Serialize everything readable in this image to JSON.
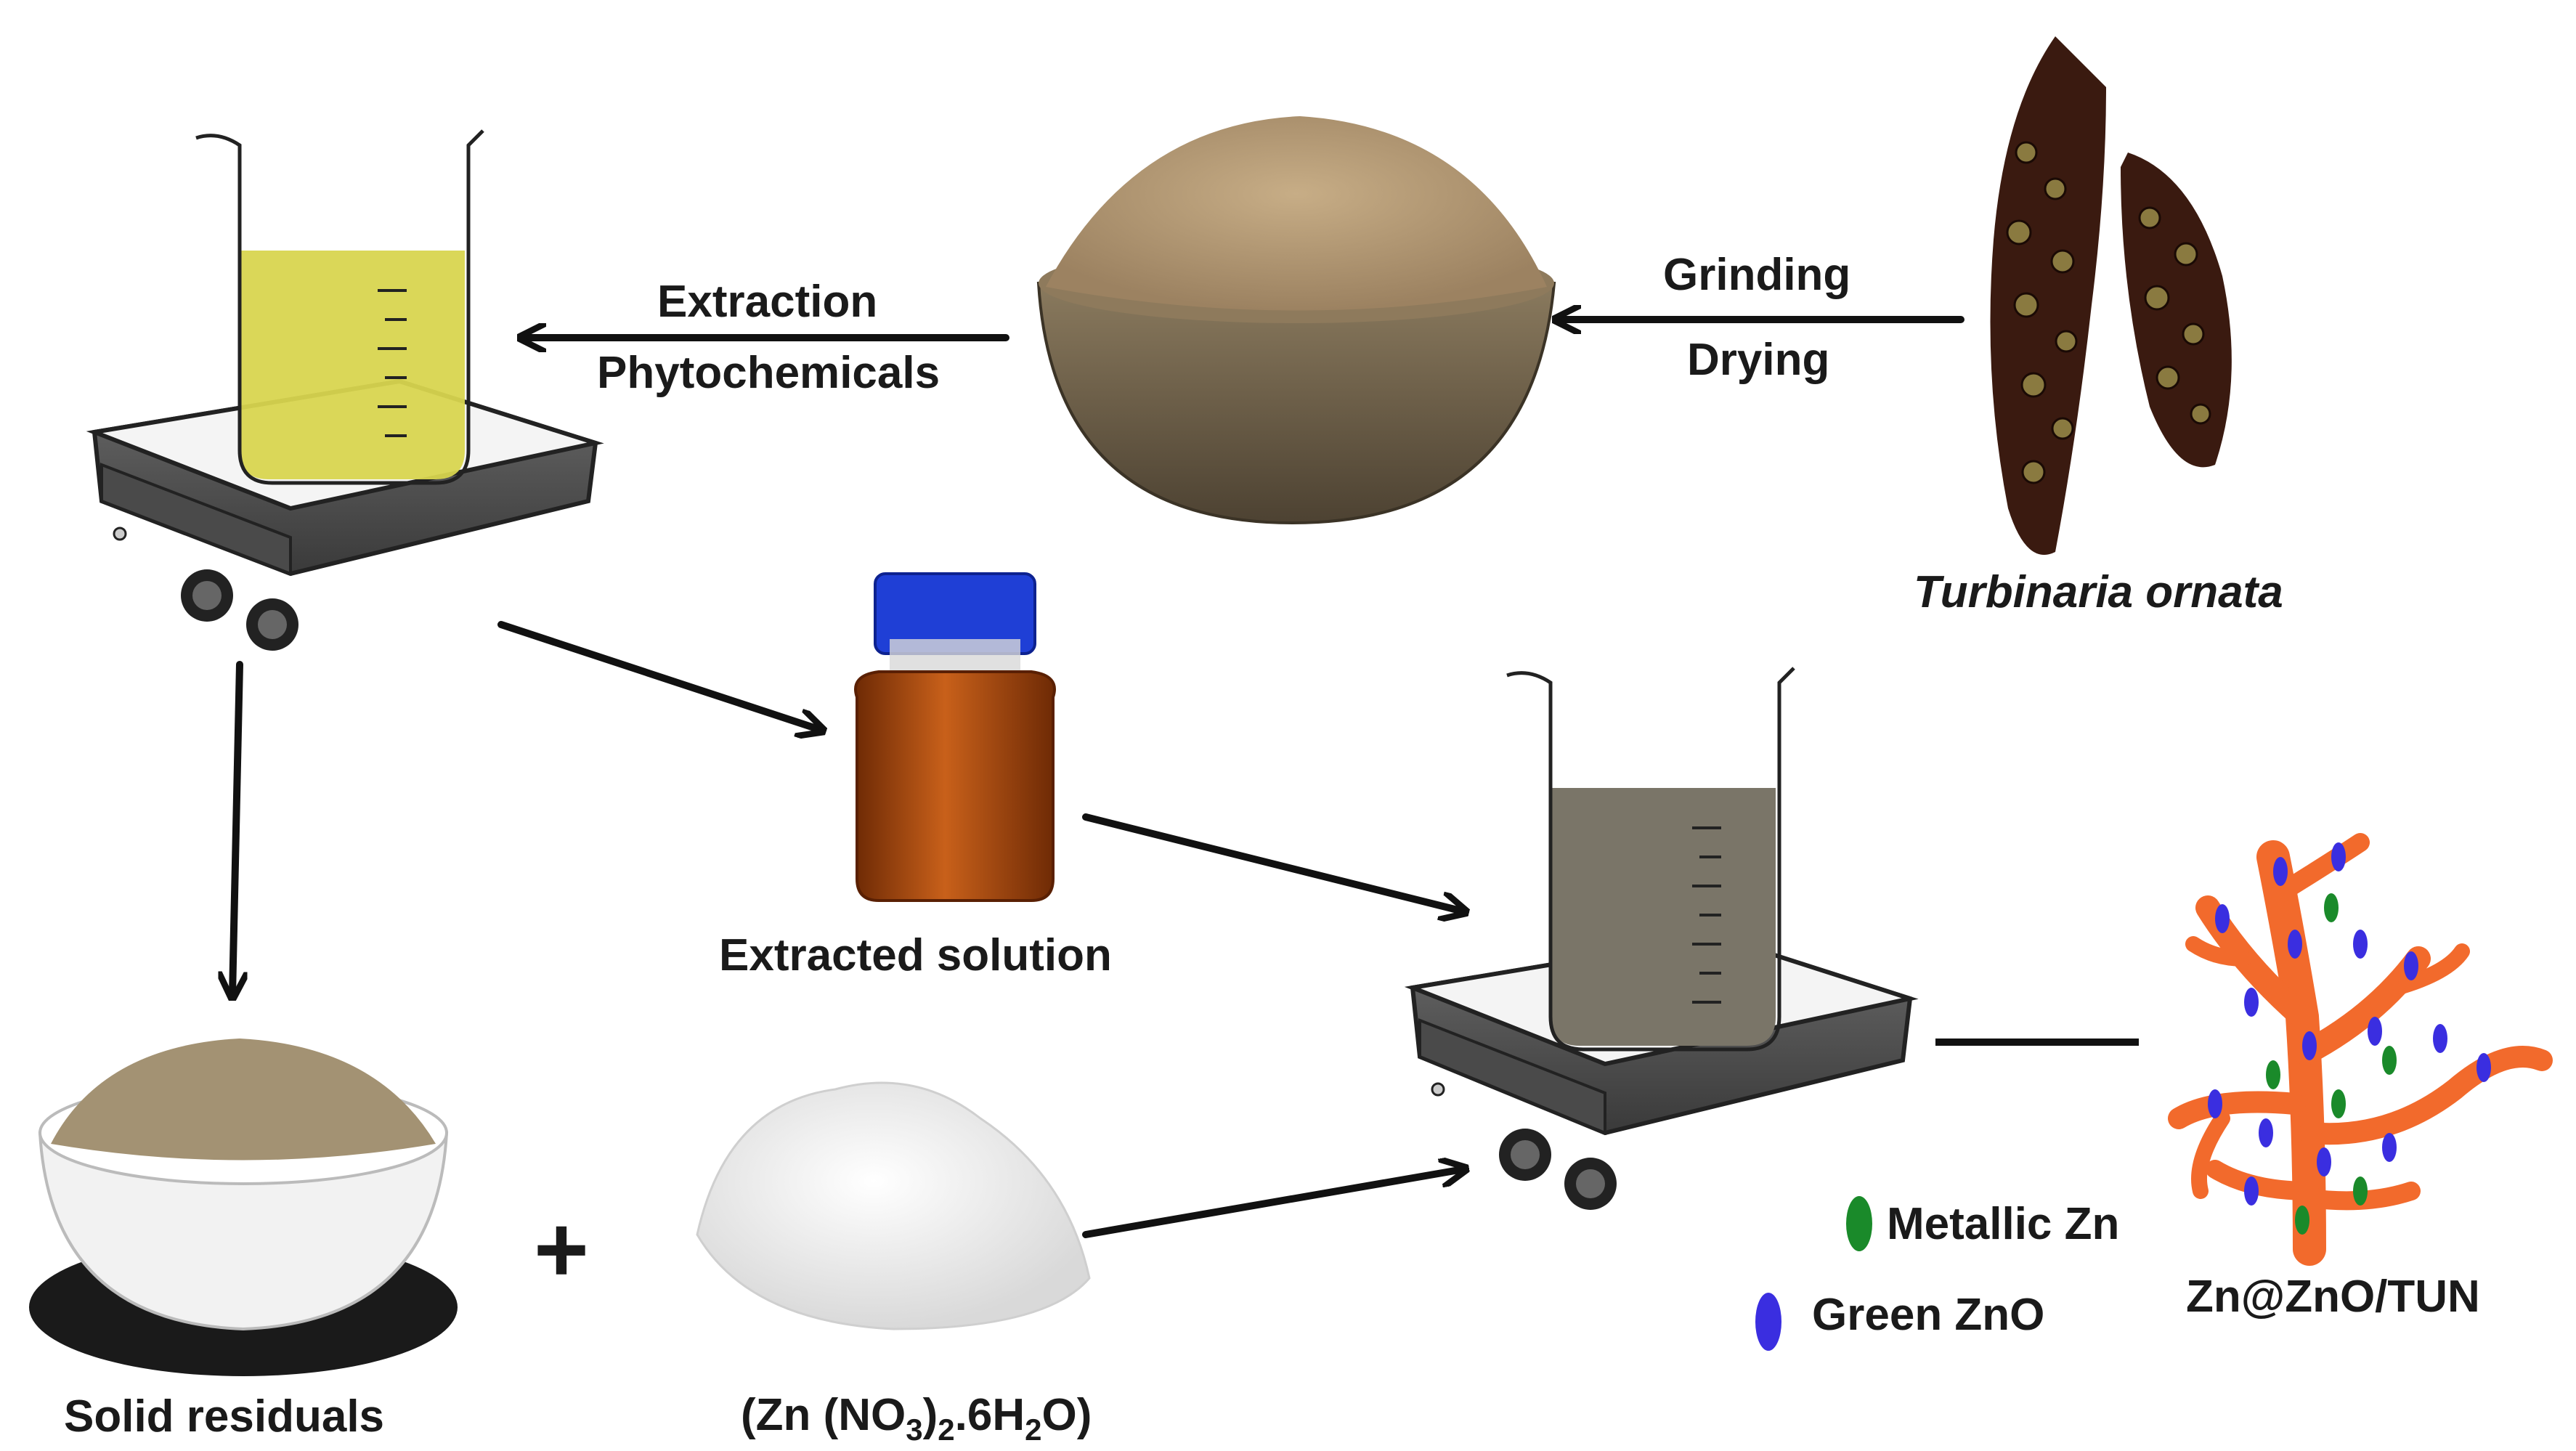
{
  "labels": {
    "extraction": "Extraction",
    "phytochemicals": "Phytochemicals",
    "grinding": "Grinding",
    "drying": "Drying",
    "species": "Turbinaria ornata",
    "extracted_solution": "Extracted solution",
    "solid_residuals": "Solid residuals",
    "plus": "+",
    "metallic_zn": "Metallic Zn",
    "green_zno": "Green ZnO",
    "product": "Zn@ZnO/TUN"
  },
  "salt_formula": {
    "open": "(Zn (NO",
    "sub1": "3",
    "mid": ")",
    "sub2": "2",
    "mid2": ".6H",
    "sub3": "2",
    "close": "O)"
  },
  "colors": {
    "arrow": "#111111",
    "yellow_liquid": "#d8d54f",
    "grey_liquid": "#7a7568",
    "extract_liquid": "#a84a0c",
    "bottle_cap": "#1f3fd6",
    "powder": "#b49a76",
    "coral": "#f26a2c",
    "metallic_zn": "#1a8a2a",
    "green_zno": "#3a2ee0",
    "seaweed": "#3a1a10"
  },
  "icons": {
    "legend_metallic": "green-ellipse-icon",
    "legend_zno": "blue-ellipse-icon"
  }
}
